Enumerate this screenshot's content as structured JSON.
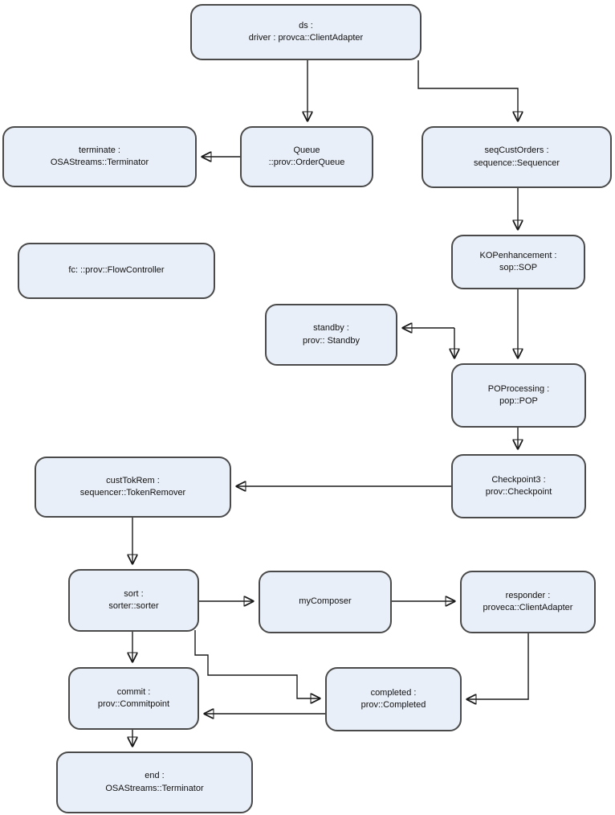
{
  "diagram": {
    "kind": "uml-object-collaboration-diagram",
    "colors": {
      "background": "#ffffff",
      "node_fill": "#e9eff8",
      "node_border": "#4a4a4a",
      "connector": "#1a1a1a",
      "text": "#111111"
    },
    "nodes": {
      "ds": {
        "line1": "ds :",
        "line2": "driver : provca::ClientAdapter"
      },
      "terminate": {
        "line1": "terminate :",
        "line2": "OSAStreams::Terminator"
      },
      "queue": {
        "line1": "Queue",
        "line2": "::prov::OrderQueue"
      },
      "seq": {
        "line1": "seqCustOrders :",
        "line2": "sequence::Sequencer"
      },
      "fc": {
        "line1": "fc: ::prov::FlowController"
      },
      "kop": {
        "line1": "KOPenhancement :",
        "line2": "sop::SOP"
      },
      "standby": {
        "line1": "standby :",
        "line2": "prov:: Standby"
      },
      "pop": {
        "line1": "POProcessing :",
        "line2": "pop::POP"
      },
      "custtokrem": {
        "line1": "custTokRem :",
        "line2": "sequencer::TokenRemover"
      },
      "checkpoint3": {
        "line1": "Checkpoint3 :",
        "line2": "prov::Checkpoint"
      },
      "sort": {
        "line1": "sort :",
        "line2": "sorter::sorter"
      },
      "mycomposer": {
        "line1": "myComposer"
      },
      "responder": {
        "line1": "responder :",
        "line2": "proveca::ClientAdapter"
      },
      "commit": {
        "line1": "commit :",
        "line2": "prov::Commitpoint"
      },
      "completed": {
        "line1": "completed :",
        "line2": "prov::Completed"
      },
      "end": {
        "line1": "end :",
        "line2": "OSAStreams::Terminator"
      }
    }
  }
}
